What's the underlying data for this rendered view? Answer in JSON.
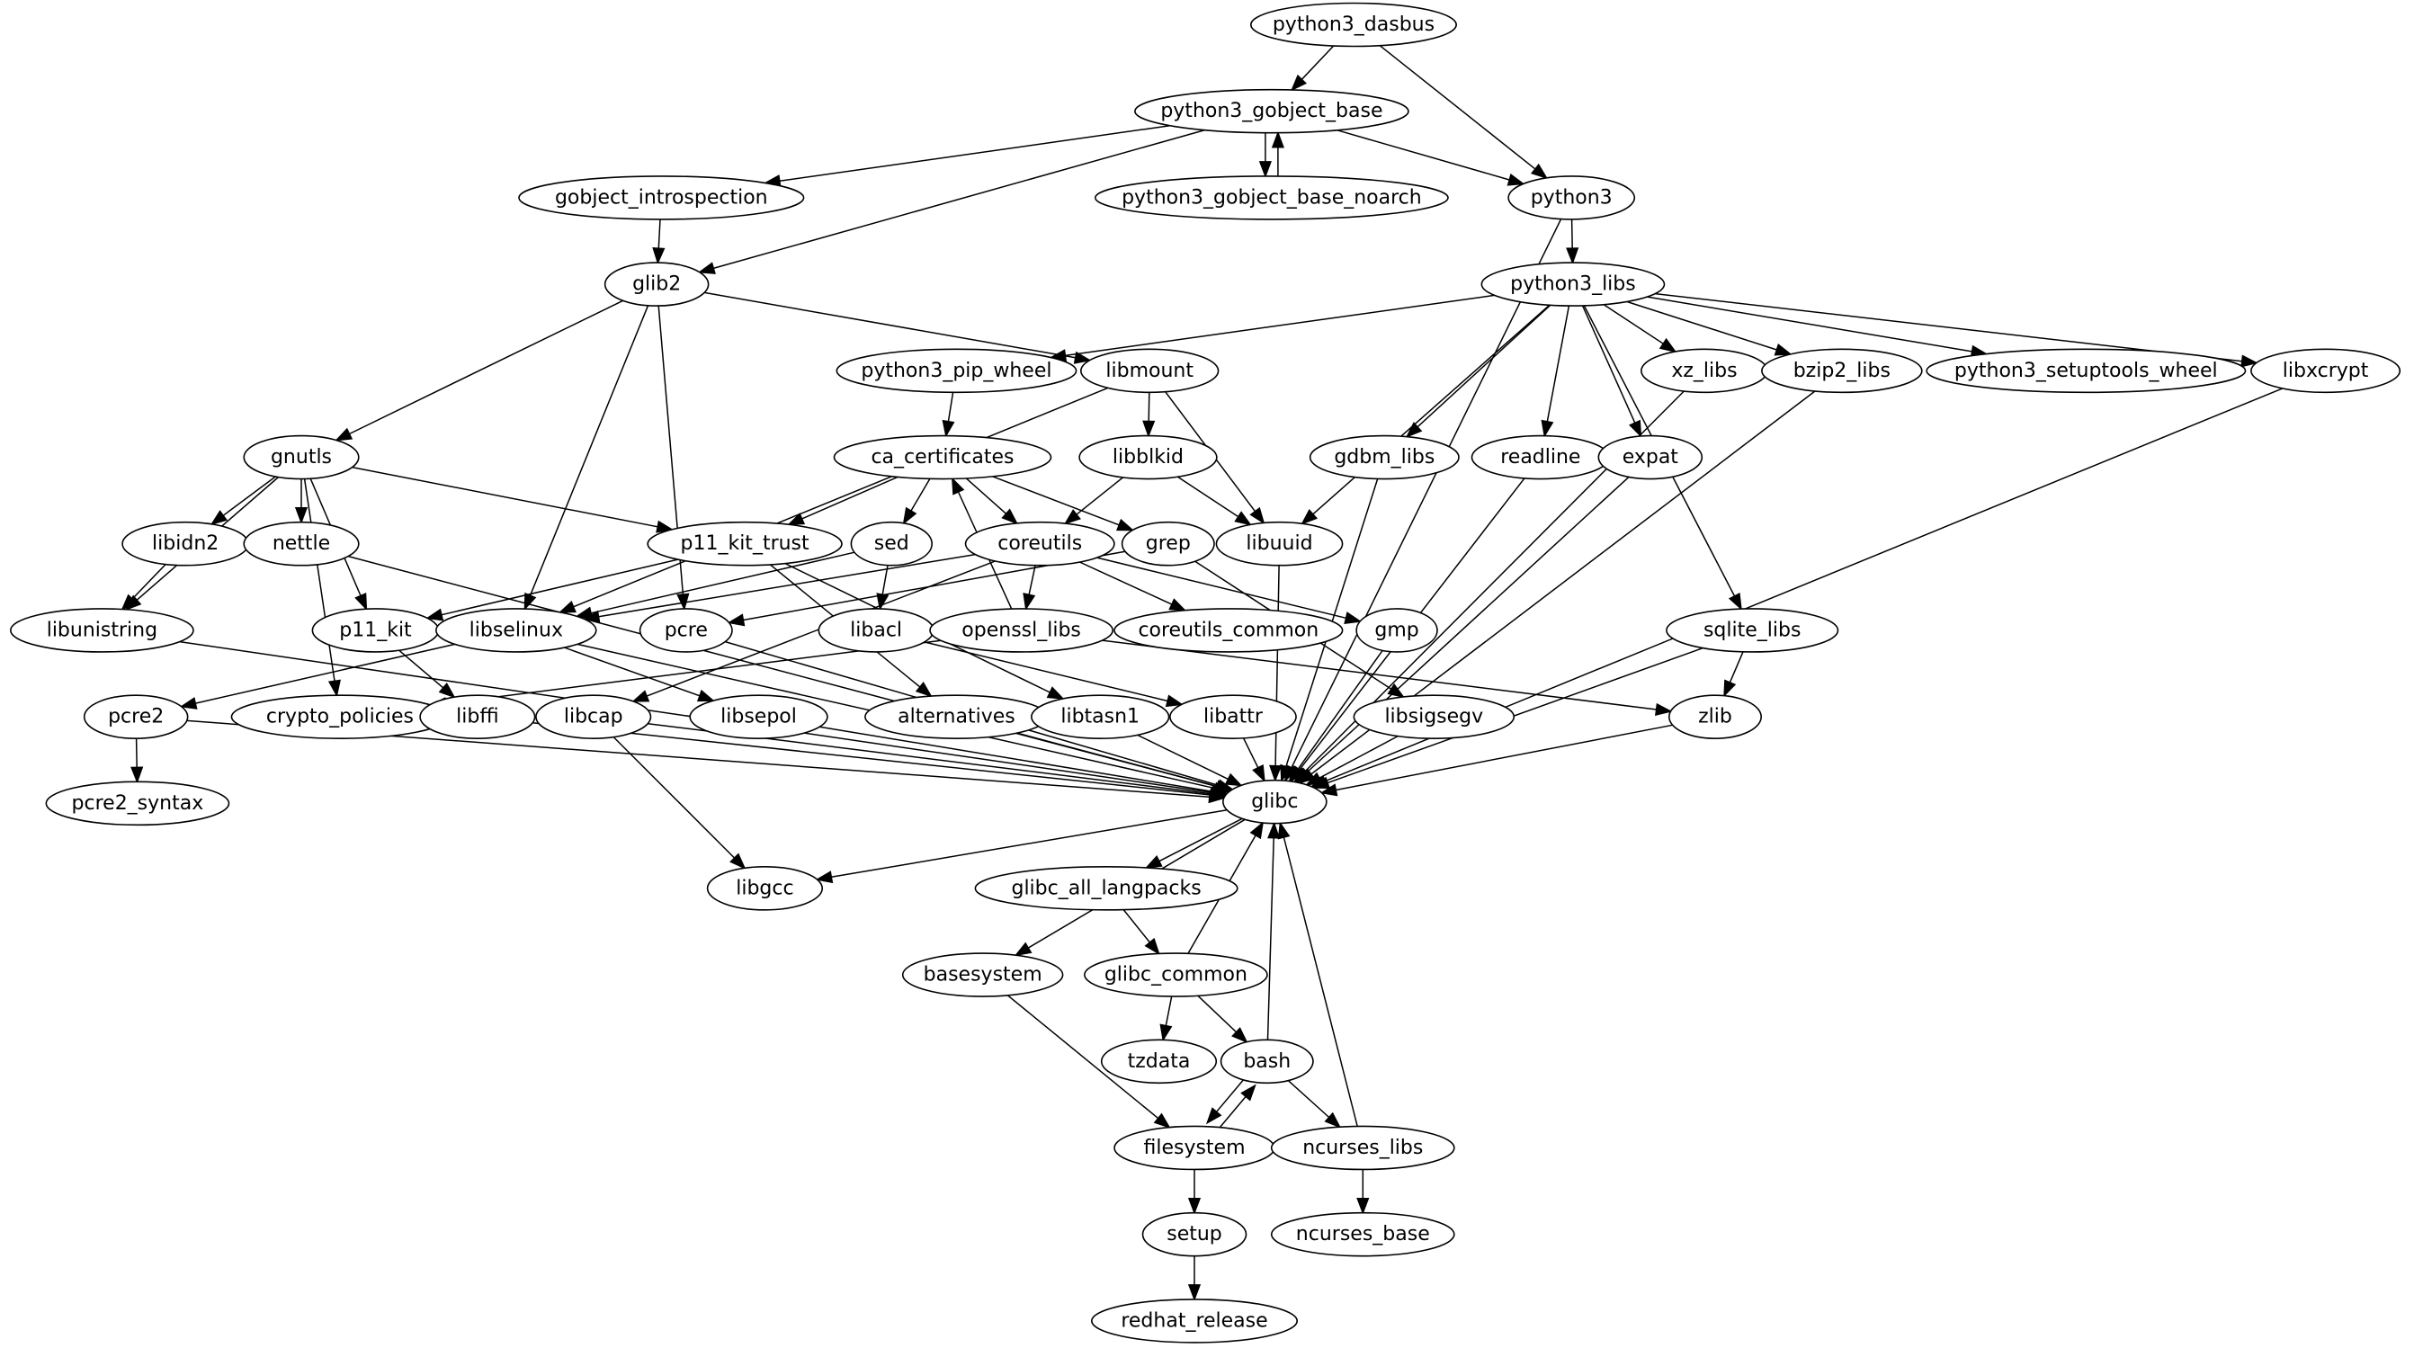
{
  "graph": {
    "type": "directed-dependency-graph",
    "colors": {
      "stroke": "#000000",
      "fill": "#ffffff",
      "text": "#000000"
    },
    "nodes": [
      {
        "id": "python3_dasbus",
        "label": "python3_dasbus"
      },
      {
        "id": "python3_gobject_base",
        "label": "python3_gobject_base"
      },
      {
        "id": "gobject_introspection",
        "label": "gobject_introspection"
      },
      {
        "id": "python3_gobject_base_noarch",
        "label": "python3_gobject_base_noarch"
      },
      {
        "id": "python3",
        "label": "python3"
      },
      {
        "id": "glib2",
        "label": "glib2"
      },
      {
        "id": "python3_libs",
        "label": "python3_libs"
      },
      {
        "id": "python3_pip_wheel",
        "label": "python3_pip_wheel"
      },
      {
        "id": "libmount",
        "label": "libmount"
      },
      {
        "id": "xz_libs",
        "label": "xz_libs"
      },
      {
        "id": "bzip2_libs",
        "label": "bzip2_libs"
      },
      {
        "id": "python3_setuptools_wheel",
        "label": "python3_setuptools_wheel"
      },
      {
        "id": "libxcrypt",
        "label": "libxcrypt"
      },
      {
        "id": "gnutls",
        "label": "gnutls"
      },
      {
        "id": "ca_certificates",
        "label": "ca_certificates"
      },
      {
        "id": "libblkid",
        "label": "libblkid"
      },
      {
        "id": "gdbm_libs",
        "label": "gdbm_libs"
      },
      {
        "id": "readline",
        "label": "readline"
      },
      {
        "id": "expat",
        "label": "expat"
      },
      {
        "id": "libidn2",
        "label": "libidn2"
      },
      {
        "id": "nettle",
        "label": "nettle"
      },
      {
        "id": "p11_kit_trust",
        "label": "p11_kit_trust"
      },
      {
        "id": "sed",
        "label": "sed"
      },
      {
        "id": "coreutils",
        "label": "coreutils"
      },
      {
        "id": "grep",
        "label": "grep"
      },
      {
        "id": "libuuid",
        "label": "libuuid"
      },
      {
        "id": "libunistring",
        "label": "libunistring"
      },
      {
        "id": "p11_kit",
        "label": "p11_kit"
      },
      {
        "id": "libselinux",
        "label": "libselinux"
      },
      {
        "id": "pcre",
        "label": "pcre"
      },
      {
        "id": "libacl",
        "label": "libacl"
      },
      {
        "id": "openssl_libs",
        "label": "openssl_libs"
      },
      {
        "id": "coreutils_common",
        "label": "coreutils_common"
      },
      {
        "id": "gmp",
        "label": "gmp"
      },
      {
        "id": "sqlite_libs",
        "label": "sqlite_libs"
      },
      {
        "id": "pcre2",
        "label": "pcre2"
      },
      {
        "id": "crypto_policies",
        "label": "crypto_policies"
      },
      {
        "id": "libffi",
        "label": "libffi"
      },
      {
        "id": "libcap",
        "label": "libcap"
      },
      {
        "id": "libsepol",
        "label": "libsepol"
      },
      {
        "id": "alternatives",
        "label": "alternatives"
      },
      {
        "id": "libtasn1",
        "label": "libtasn1"
      },
      {
        "id": "libattr",
        "label": "libattr"
      },
      {
        "id": "libsigsegv",
        "label": "libsigsegv"
      },
      {
        "id": "zlib",
        "label": "zlib"
      },
      {
        "id": "glibc",
        "label": "glibc"
      },
      {
        "id": "pcre2_syntax",
        "label": "pcre2_syntax"
      },
      {
        "id": "libgcc",
        "label": "libgcc"
      },
      {
        "id": "glibc_all_langpacks",
        "label": "glibc_all_langpacks"
      },
      {
        "id": "basesystem",
        "label": "basesystem"
      },
      {
        "id": "glibc_common",
        "label": "glibc_common"
      },
      {
        "id": "tzdata",
        "label": "tzdata"
      },
      {
        "id": "bash",
        "label": "bash"
      },
      {
        "id": "filesystem",
        "label": "filesystem"
      },
      {
        "id": "ncurses_libs",
        "label": "ncurses_libs"
      },
      {
        "id": "setup",
        "label": "setup"
      },
      {
        "id": "ncurses_base",
        "label": "ncurses_base"
      },
      {
        "id": "redhat_release",
        "label": "redhat_release"
      }
    ],
    "edges": [
      [
        "python3_dasbus",
        "python3_gobject_base"
      ],
      [
        "python3_dasbus",
        "python3"
      ],
      [
        "python3_gobject_base",
        "gobject_introspection"
      ],
      [
        "python3_gobject_base",
        "glib2"
      ],
      [
        "python3_gobject_base",
        "python3_gobject_base_noarch"
      ],
      [
        "python3_gobject_base_noarch",
        "python3_gobject_base"
      ],
      [
        "python3_gobject_base",
        "python3"
      ],
      [
        "gobject_introspection",
        "glib2"
      ],
      [
        "python3",
        "python3_libs"
      ],
      [
        "python3",
        "glibc"
      ],
      [
        "glib2",
        "gnutls"
      ],
      [
        "glib2",
        "libselinux"
      ],
      [
        "glib2",
        "pcre"
      ],
      [
        "glib2",
        "libmount"
      ],
      [
        "python3_libs",
        "python3_pip_wheel"
      ],
      [
        "python3_libs",
        "libuuid"
      ],
      [
        "python3_libs",
        "gdbm_libs"
      ],
      [
        "python3_libs",
        "readline"
      ],
      [
        "python3_libs",
        "expat"
      ],
      [
        "python3_libs",
        "sqlite_libs"
      ],
      [
        "python3_libs",
        "xz_libs"
      ],
      [
        "python3_libs",
        "bzip2_libs"
      ],
      [
        "python3_libs",
        "python3_setuptools_wheel"
      ],
      [
        "python3_libs",
        "libxcrypt"
      ],
      [
        "python3_pip_wheel",
        "ca_certificates"
      ],
      [
        "libmount",
        "libblkid"
      ],
      [
        "libmount",
        "libuuid"
      ],
      [
        "libmount",
        "libselinux"
      ],
      [
        "libblkid",
        "coreutils"
      ],
      [
        "libblkid",
        "libuuid"
      ],
      [
        "gnutls",
        "libidn2"
      ],
      [
        "gnutls",
        "nettle"
      ],
      [
        "gnutls",
        "p11_kit"
      ],
      [
        "gnutls",
        "p11_kit_trust"
      ],
      [
        "gnutls",
        "libunistring"
      ],
      [
        "gnutls",
        "crypto_policies"
      ],
      [
        "libidn2",
        "libunistring"
      ],
      [
        "nettle",
        "glibc"
      ],
      [
        "libunistring",
        "glibc"
      ],
      [
        "ca_certificates",
        "p11_kit_trust"
      ],
      [
        "ca_certificates",
        "sed"
      ],
      [
        "ca_certificates",
        "coreutils"
      ],
      [
        "ca_certificates",
        "grep"
      ],
      [
        "openssl_libs",
        "ca_certificates"
      ],
      [
        "p11_kit_trust",
        "p11_kit"
      ],
      [
        "p11_kit_trust",
        "alternatives"
      ],
      [
        "p11_kit_trust",
        "libtasn1"
      ],
      [
        "sed",
        "libselinux"
      ],
      [
        "sed",
        "libacl"
      ],
      [
        "coreutils",
        "libselinux"
      ],
      [
        "coreutils",
        "libcap"
      ],
      [
        "coreutils",
        "openssl_libs"
      ],
      [
        "coreutils",
        "coreutils_common"
      ],
      [
        "coreutils",
        "gmp"
      ],
      [
        "grep",
        "pcre"
      ],
      [
        "grep",
        "libsigsegv"
      ],
      [
        "libuuid",
        "glibc"
      ],
      [
        "p11_kit",
        "libffi"
      ],
      [
        "libselinux",
        "pcre2"
      ],
      [
        "libselinux",
        "libsepol"
      ],
      [
        "libselinux",
        "glibc"
      ],
      [
        "pcre",
        "glibc"
      ],
      [
        "libacl",
        "libattr"
      ],
      [
        "openssl_libs",
        "crypto_policies"
      ],
      [
        "openssl_libs",
        "zlib"
      ],
      [
        "gmp",
        "glibc"
      ],
      [
        "gdbm_libs",
        "glibc"
      ],
      [
        "readline",
        "glibc"
      ],
      [
        "expat",
        "glibc"
      ],
      [
        "sqlite_libs",
        "zlib"
      ],
      [
        "sqlite_libs",
        "glibc"
      ],
      [
        "xz_libs",
        "glibc"
      ],
      [
        "bzip2_libs",
        "glibc"
      ],
      [
        "libxcrypt",
        "glibc"
      ],
      [
        "pcre2",
        "pcre2_syntax"
      ],
      [
        "pcre2",
        "glibc"
      ],
      [
        "libffi",
        "glibc"
      ],
      [
        "libcap",
        "glibc"
      ],
      [
        "libcap",
        "libgcc"
      ],
      [
        "libsepol",
        "glibc"
      ],
      [
        "alternatives",
        "glibc"
      ],
      [
        "libtasn1",
        "glibc"
      ],
      [
        "libattr",
        "glibc"
      ],
      [
        "libsigsegv",
        "glibc"
      ],
      [
        "zlib",
        "glibc"
      ],
      [
        "glibc",
        "libgcc"
      ],
      [
        "glibc",
        "basesystem"
      ],
      [
        "glibc",
        "glibc_all_langpacks"
      ],
      [
        "glibc_all_langpacks",
        "glibc_common"
      ],
      [
        "glibc_common",
        "glibc"
      ],
      [
        "glibc_common",
        "tzdata"
      ],
      [
        "glibc_common",
        "bash"
      ],
      [
        "bash",
        "glibc"
      ],
      [
        "bash",
        "filesystem"
      ],
      [
        "filesystem",
        "bash"
      ],
      [
        "bash",
        "ncurses_libs"
      ],
      [
        "basesystem",
        "filesystem"
      ],
      [
        "ncurses_libs",
        "glibc"
      ],
      [
        "ncurses_libs",
        "ncurses_base"
      ],
      [
        "filesystem",
        "setup"
      ],
      [
        "setup",
        "redhat_release"
      ]
    ]
  }
}
